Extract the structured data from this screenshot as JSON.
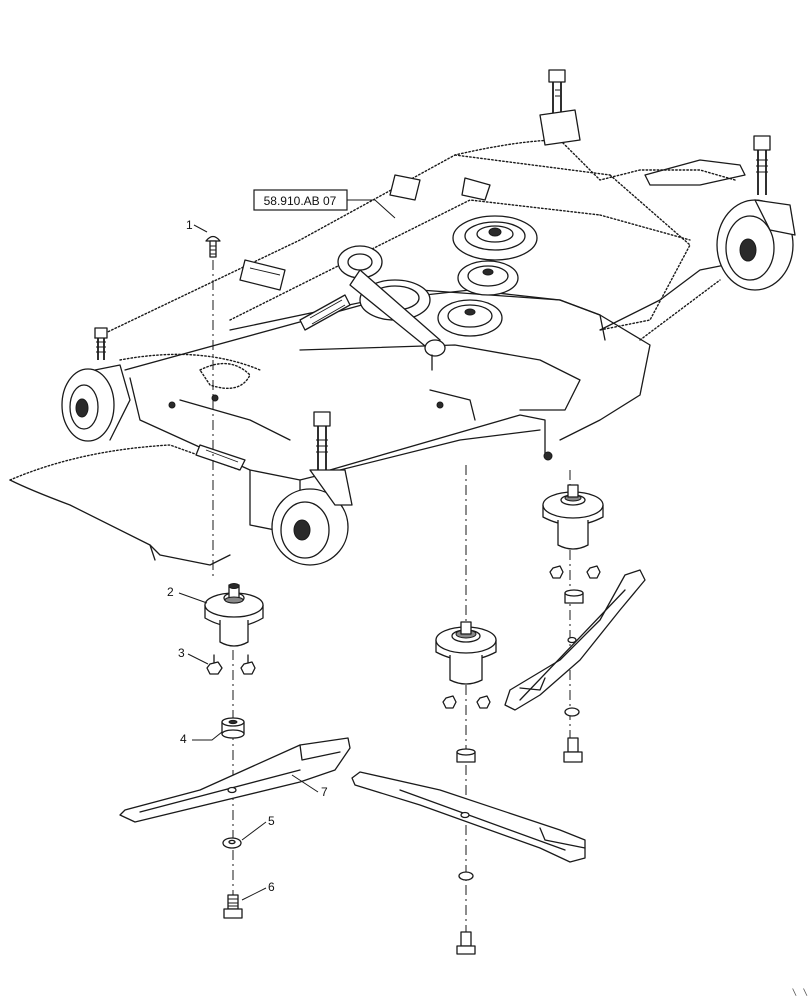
{
  "reference_label": "58.910.AB 07",
  "callouts": [
    {
      "id": "callout-1",
      "text": "1"
    },
    {
      "id": "callout-2",
      "text": "2"
    },
    {
      "id": "callout-3",
      "text": "3"
    },
    {
      "id": "callout-4",
      "text": "4"
    },
    {
      "id": "callout-5",
      "text": "5"
    },
    {
      "id": "callout-6",
      "text": "6"
    },
    {
      "id": "callout-7",
      "text": "7"
    }
  ],
  "corner_mark": "\\ \\"
}
